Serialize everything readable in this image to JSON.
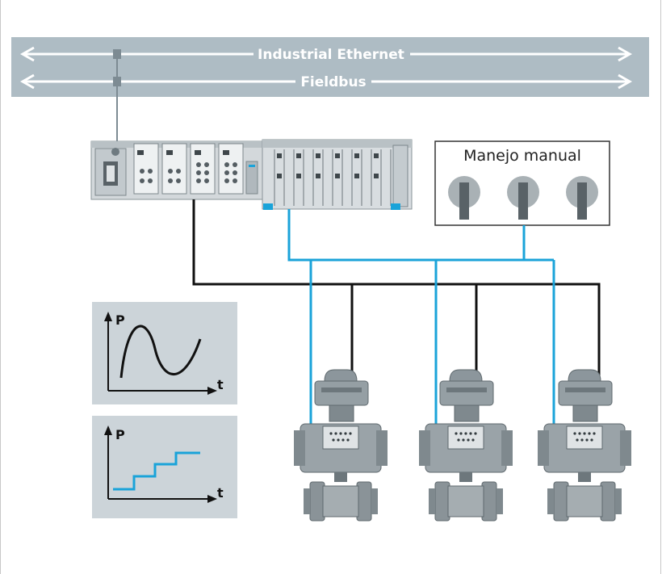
{
  "bus": {
    "ethernet_label": "Industrial Ethernet",
    "fieldbus_label": "Fieldbus"
  },
  "manual_panel": {
    "title": "Manejo manual",
    "switch_count": 3
  },
  "graphs": [
    {
      "y_label": "P",
      "x_label": "t",
      "curve": "sinusoidal"
    },
    {
      "y_label": "P",
      "x_label": "t",
      "curve": "staircase"
    }
  ],
  "valve_count": 3,
  "colors": {
    "bus_band": "#aebcc4",
    "signal_blue": "#1aa3d9",
    "control_black": "#111111",
    "graph_panel": "#ccd4d9",
    "device_gray": "#8c969c"
  },
  "icons": [
    "arrow-left-icon",
    "arrow-right-icon",
    "rotary-switch-icon",
    "valve-actuator-icon"
  ]
}
